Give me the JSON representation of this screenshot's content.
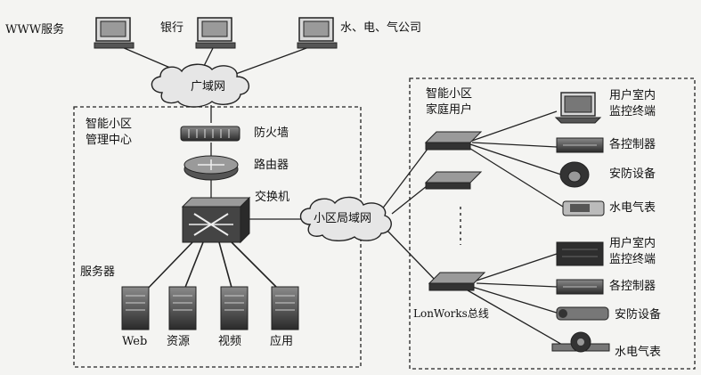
{
  "top": {
    "www_label": "WWW服务",
    "bank_label": "银行",
    "utility_label": "水、电、气公司",
    "wan_label": "广域网"
  },
  "management": {
    "title_line1": "智能小区",
    "title_line2": "管理中心",
    "firewall_label": "防火墙",
    "router_label": "路由器",
    "switch_label": "交换机",
    "servers_label": "服务器",
    "server_labels": [
      "Web",
      "资源",
      "视频",
      "应用"
    ]
  },
  "lan_label": "小区局域网",
  "home": {
    "title_line1": "智能小区",
    "title_line2": "家庭用户",
    "terminal_line1": "用户室内",
    "terminal_line2": "监控终端",
    "controller_label": "各控制器",
    "security_label": "安防设备",
    "meter_label": "水电气表",
    "lonworks_label": "LonWorks总线",
    "terminal2_line1": "用户室内",
    "terminal2_line2": "监控终端",
    "controller2_label": "各控制器",
    "security2_label": "安防设备",
    "meter2_label": "水电气表"
  },
  "colors": {
    "line": "#222222",
    "device_dark": "#3a3a3a",
    "cloud_fill": "#e6e6e6",
    "background": "#f4f4f2"
  }
}
